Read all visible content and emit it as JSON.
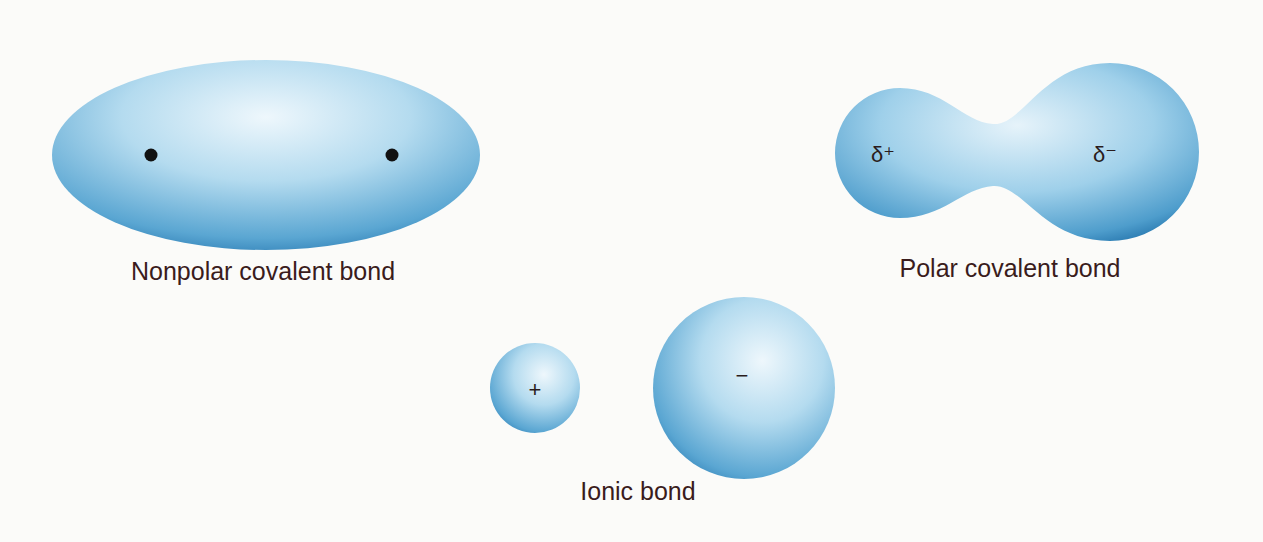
{
  "diagram": {
    "nodes": [
      {
        "text": [
          "Nonpolar covalent bond"
        ]
      },
      {
        "text": [
          "δ⁺",
          "δ⁻",
          "Polar covalent bond"
        ]
      },
      {
        "text": [
          "+"
        ]
      },
      {
        "text": [
          "−"
        ]
      }
    ],
    "labels": [
      "Ionic bond"
    ]
  }
}
